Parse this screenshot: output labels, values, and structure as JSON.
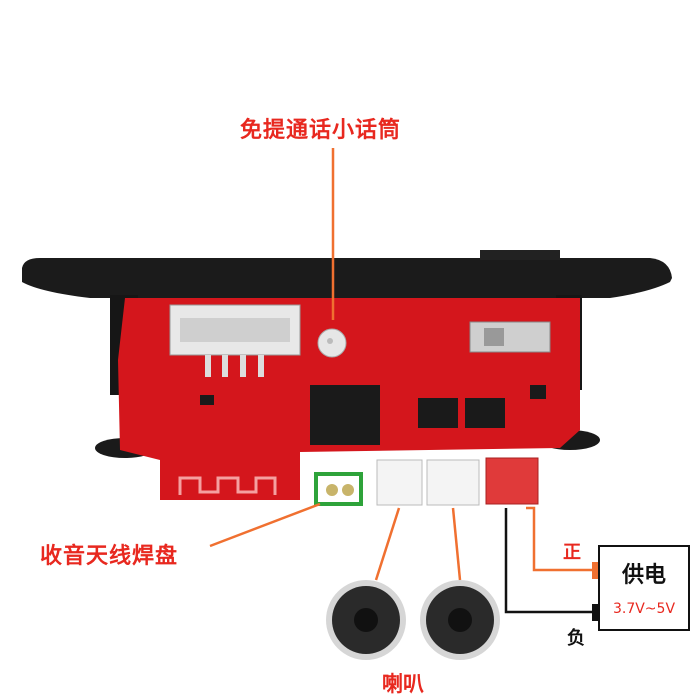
{
  "labels": {
    "mic": "免提通话小话筒",
    "antenna": "收音天线焊盘",
    "speaker": "喇叭",
    "positive": "正",
    "negative": "负"
  },
  "power": {
    "title": "供电",
    "voltage": "3.7V~5V"
  },
  "colors": {
    "pcb": "#d4161c",
    "annotation": "#e8281f",
    "arrow": "#f07030",
    "panel": "#1a1a1a"
  }
}
